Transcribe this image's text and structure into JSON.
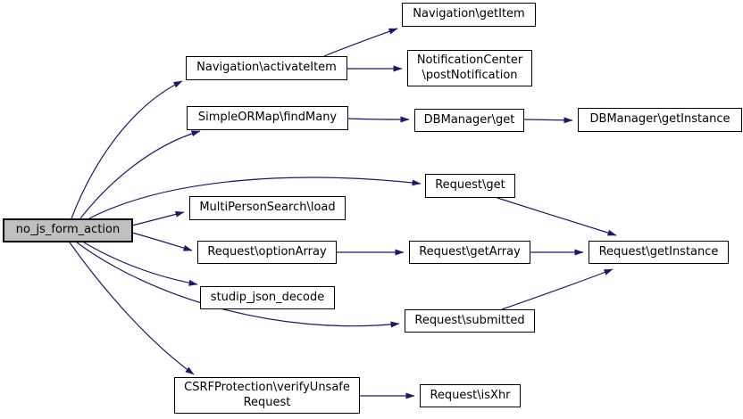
{
  "diagram": {
    "type": "doxygen-call-graph",
    "colors": {
      "background": "#ffffff",
      "edge": "#191970",
      "node_border": "#000000",
      "node_fill": "#ffffff",
      "root_fill": "#bfbfbf",
      "text": "#000000"
    },
    "nodes": {
      "root": {
        "label": "no_js_form_action"
      },
      "activate_item": {
        "label": "Navigation\\activateItem"
      },
      "get_item": {
        "label": "Navigation\\getItem"
      },
      "post_notification": {
        "label": "NotificationCenter\n\\postNotification"
      },
      "find_many": {
        "label": "SimpleORMap\\findMany"
      },
      "db_get": {
        "label": "DBManager\\get"
      },
      "db_get_instance": {
        "label": "DBManager\\getInstance"
      },
      "request_get": {
        "label": "Request\\get"
      },
      "mps_load": {
        "label": "MultiPersonSearch\\load"
      },
      "option_array": {
        "label": "Request\\optionArray"
      },
      "get_array": {
        "label": "Request\\getArray"
      },
      "request_get_instance": {
        "label": "Request\\getInstance"
      },
      "studip_json_decode": {
        "label": "studip_json_decode"
      },
      "submitted": {
        "label": "Request\\submitted"
      },
      "csrf_verify": {
        "label": "CSRFProtection\\verifyUnsafe\nRequest"
      },
      "is_xhr": {
        "label": "Request\\isXhr"
      }
    },
    "edges": [
      {
        "from": "no_js_form_action",
        "to": "Navigation\\activateItem"
      },
      {
        "from": "no_js_form_action",
        "to": "SimpleORMap\\findMany"
      },
      {
        "from": "no_js_form_action",
        "to": "Request\\get"
      },
      {
        "from": "no_js_form_action",
        "to": "MultiPersonSearch\\load"
      },
      {
        "from": "no_js_form_action",
        "to": "Request\\optionArray"
      },
      {
        "from": "no_js_form_action",
        "to": "studip_json_decode"
      },
      {
        "from": "no_js_form_action",
        "to": "Request\\submitted"
      },
      {
        "from": "no_js_form_action",
        "to": "CSRFProtection\\verifyUnsafeRequest"
      },
      {
        "from": "Navigation\\activateItem",
        "to": "Navigation\\getItem"
      },
      {
        "from": "Navigation\\activateItem",
        "to": "NotificationCenter\\postNotification"
      },
      {
        "from": "SimpleORMap\\findMany",
        "to": "DBManager\\get"
      },
      {
        "from": "DBManager\\get",
        "to": "DBManager\\getInstance"
      },
      {
        "from": "Request\\get",
        "to": "Request\\getInstance"
      },
      {
        "from": "Request\\optionArray",
        "to": "Request\\getArray"
      },
      {
        "from": "Request\\getArray",
        "to": "Request\\getInstance"
      },
      {
        "from": "Request\\submitted",
        "to": "Request\\getInstance"
      },
      {
        "from": "CSRFProtection\\verifyUnsafeRequest",
        "to": "Request\\isXhr"
      }
    ]
  }
}
